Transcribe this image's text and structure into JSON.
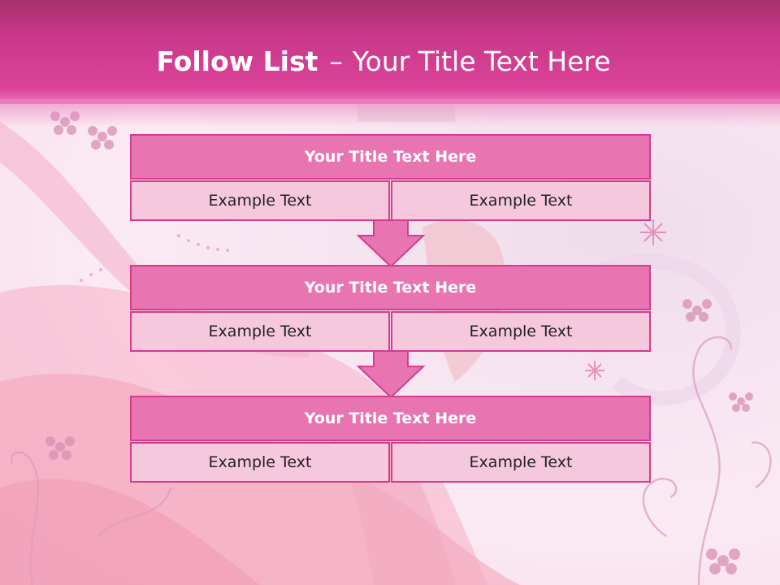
{
  "header": {
    "title_bold": "Follow List",
    "title_separator": "–",
    "title_rest": "Your Title Text Here"
  },
  "blocks": [
    {
      "title": "Your Title Text Here",
      "left": "Example Text",
      "right": "Example Text"
    },
    {
      "title": "Your Title Text Here",
      "left": "Example Text",
      "right": "Example Text"
    },
    {
      "title": "Your Title Text Here",
      "left": "Example Text",
      "right": "Example Text"
    }
  ],
  "colors": {
    "header": "#dc4399",
    "block_title": "#e874b2",
    "block_border": "#d63b8e",
    "cell": "#f6c8dd",
    "arrow": "#e874b2"
  }
}
